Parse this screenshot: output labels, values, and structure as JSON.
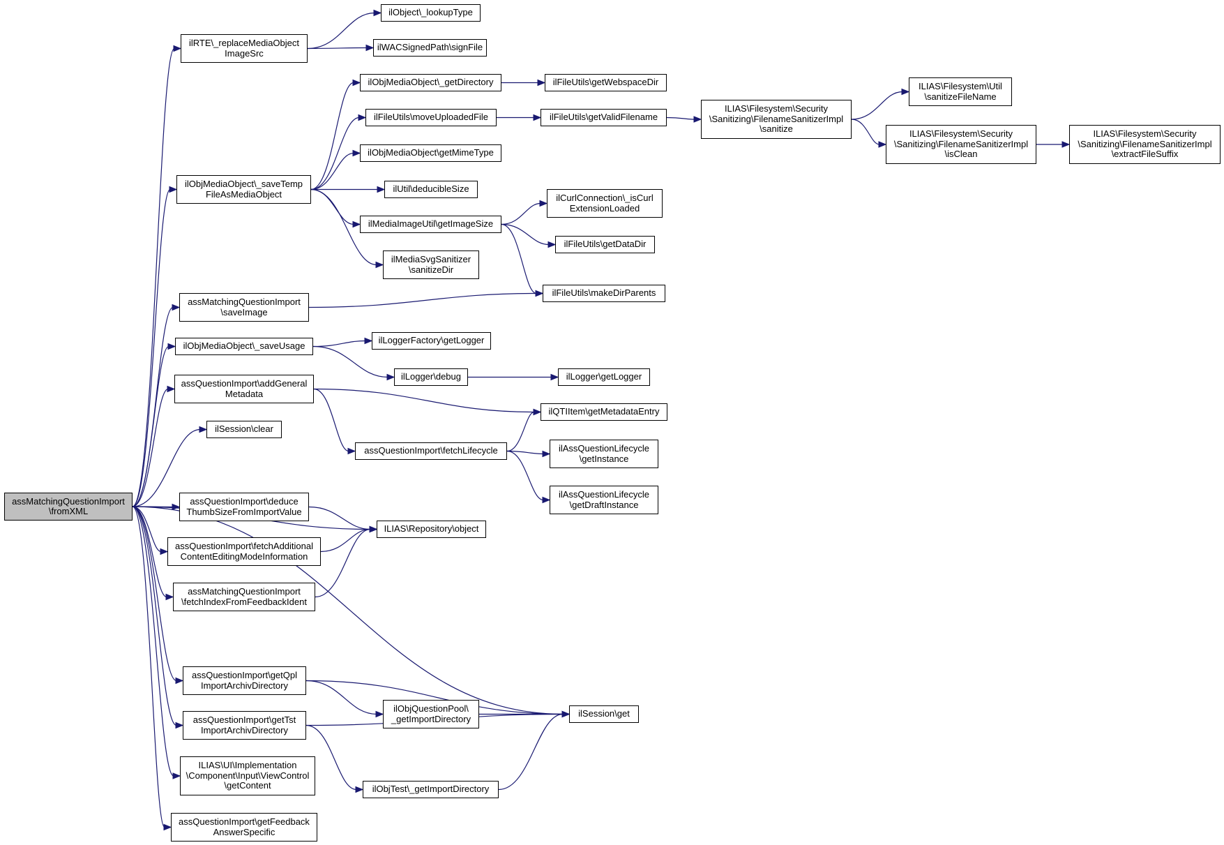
{
  "colors": {
    "edge": "#191970",
    "node_border": "#000000",
    "node_fill": "#ffffff",
    "root_fill": "#bfbfbf"
  },
  "nodes": [
    {
      "id": "root",
      "lines": [
        "assMatchingQuestionImport",
        "\\fromXML"
      ]
    },
    {
      "id": "n1",
      "lines": [
        "ilRTE\\_replaceMediaObject",
        "ImageSrc"
      ]
    },
    {
      "id": "n2",
      "lines": [
        "ilObject\\_lookupType"
      ]
    },
    {
      "id": "n3",
      "lines": [
        "ilWACSignedPath\\signFile"
      ]
    },
    {
      "id": "n4",
      "lines": [
        "ilObjMediaObject\\_saveTemp",
        "FileAsMediaObject"
      ]
    },
    {
      "id": "n5",
      "lines": [
        "ilObjMediaObject\\_getDirectory"
      ]
    },
    {
      "id": "n6",
      "lines": [
        "ilFileUtils\\getWebspaceDir"
      ]
    },
    {
      "id": "n7",
      "lines": [
        "ilFileUtils\\moveUploadedFile"
      ]
    },
    {
      "id": "n8",
      "lines": [
        "ilFileUtils\\getValidFilename"
      ]
    },
    {
      "id": "n9",
      "lines": [
        "ILIAS\\Filesystem\\Security",
        "\\Sanitizing\\FilenameSanitizerImpl",
        "\\sanitize"
      ]
    },
    {
      "id": "n10",
      "lines": [
        "ILIAS\\Filesystem\\Util",
        "\\sanitizeFileName"
      ]
    },
    {
      "id": "n11",
      "lines": [
        "ILIAS\\Filesystem\\Security",
        "\\Sanitizing\\FilenameSanitizerImpl",
        "\\isClean"
      ]
    },
    {
      "id": "n12",
      "lines": [
        "ILIAS\\Filesystem\\Security",
        "\\Sanitizing\\FilenameSanitizerImpl",
        "\\extractFileSuffix"
      ]
    },
    {
      "id": "n13",
      "lines": [
        "ilObjMediaObject\\getMimeType"
      ]
    },
    {
      "id": "n14",
      "lines": [
        "ilUtil\\deducibleSize"
      ]
    },
    {
      "id": "n15",
      "lines": [
        "ilMediaImageUtil\\getImageSize"
      ]
    },
    {
      "id": "n16",
      "lines": [
        "ilCurlConnection\\_isCurl",
        "ExtensionLoaded"
      ]
    },
    {
      "id": "n17",
      "lines": [
        "ilFileUtils\\getDataDir"
      ]
    },
    {
      "id": "n18",
      "lines": [
        "ilFileUtils\\makeDirParents"
      ]
    },
    {
      "id": "n19",
      "lines": [
        "ilMediaSvgSanitizer",
        "\\sanitizeDir"
      ]
    },
    {
      "id": "n20",
      "lines": [
        "assMatchingQuestionImport",
        "\\saveImage"
      ]
    },
    {
      "id": "n21",
      "lines": [
        "ilObjMediaObject\\_saveUsage"
      ]
    },
    {
      "id": "n22",
      "lines": [
        "ilLoggerFactory\\getLogger"
      ]
    },
    {
      "id": "n23",
      "lines": [
        "ilLogger\\debug"
      ]
    },
    {
      "id": "n24",
      "lines": [
        "ilLogger\\getLogger"
      ]
    },
    {
      "id": "n25",
      "lines": [
        "assQuestionImport\\addGeneral",
        "Metadata"
      ]
    },
    {
      "id": "n26",
      "lines": [
        "ilQTIItem\\getMetadataEntry"
      ]
    },
    {
      "id": "n27",
      "lines": [
        "assQuestionImport\\fetchLifecycle"
      ]
    },
    {
      "id": "n28",
      "lines": [
        "ilAssQuestionLifecycle",
        "\\getInstance"
      ]
    },
    {
      "id": "n29",
      "lines": [
        "ilAssQuestionLifecycle",
        "\\getDraftInstance"
      ]
    },
    {
      "id": "n30",
      "lines": [
        "ilSession\\clear"
      ]
    },
    {
      "id": "n31",
      "lines": [
        "assQuestionImport\\deduce",
        "ThumbSizeFromImportValue"
      ]
    },
    {
      "id": "n32",
      "lines": [
        "ILIAS\\Repository\\object"
      ]
    },
    {
      "id": "n33",
      "lines": [
        "assQuestionImport\\fetchAdditional",
        "ContentEditingModeInformation"
      ]
    },
    {
      "id": "n34",
      "lines": [
        "assMatchingQuestionImport",
        "\\fetchIndexFromFeedbackIdent"
      ]
    },
    {
      "id": "n35",
      "lines": [
        "assQuestionImport\\getQpl",
        "ImportArchivDirectory"
      ]
    },
    {
      "id": "n36",
      "lines": [
        "ilSession\\get"
      ]
    },
    {
      "id": "n37",
      "lines": [
        "ilObjQuestionPool\\",
        "_getImportDirectory"
      ]
    },
    {
      "id": "n38",
      "lines": [
        "assQuestionImport\\getTst",
        "ImportArchivDirectory"
      ]
    },
    {
      "id": "n39",
      "lines": [
        "ilObjTest\\_getImportDirectory"
      ]
    },
    {
      "id": "n40",
      "lines": [
        "ILIAS\\UI\\Implementation",
        "\\Component\\Input\\ViewControl",
        "\\getContent"
      ]
    },
    {
      "id": "n41",
      "lines": [
        "assQuestionImport\\getFeedback",
        "AnswerSpecific"
      ]
    }
  ],
  "edges": [
    [
      "root",
      "n1"
    ],
    [
      "root",
      "n4"
    ],
    [
      "root",
      "n20"
    ],
    [
      "root",
      "n21"
    ],
    [
      "root",
      "n25"
    ],
    [
      "root",
      "n30"
    ],
    [
      "root",
      "n32"
    ],
    [
      "root",
      "n31"
    ],
    [
      "root",
      "n33"
    ],
    [
      "root",
      "n34"
    ],
    [
      "root",
      "n36"
    ],
    [
      "root",
      "n35"
    ],
    [
      "root",
      "n38"
    ],
    [
      "root",
      "n40"
    ],
    [
      "root",
      "n41"
    ],
    [
      "n1",
      "n2"
    ],
    [
      "n1",
      "n3"
    ],
    [
      "n4",
      "n5"
    ],
    [
      "n4",
      "n7"
    ],
    [
      "n4",
      "n13"
    ],
    [
      "n4",
      "n14"
    ],
    [
      "n4",
      "n15"
    ],
    [
      "n4",
      "n19"
    ],
    [
      "n5",
      "n6"
    ],
    [
      "n7",
      "n8"
    ],
    [
      "n8",
      "n9"
    ],
    [
      "n9",
      "n10"
    ],
    [
      "n9",
      "n11"
    ],
    [
      "n11",
      "n12"
    ],
    [
      "n15",
      "n16"
    ],
    [
      "n15",
      "n17"
    ],
    [
      "n15",
      "n18"
    ],
    [
      "n20",
      "n18"
    ],
    [
      "n21",
      "n22"
    ],
    [
      "n21",
      "n23"
    ],
    [
      "n23",
      "n24"
    ],
    [
      "n25",
      "n26"
    ],
    [
      "n25",
      "n27"
    ],
    [
      "n27",
      "n26"
    ],
    [
      "n27",
      "n28"
    ],
    [
      "n27",
      "n29"
    ],
    [
      "n31",
      "n32"
    ],
    [
      "n33",
      "n32"
    ],
    [
      "n34",
      "n32"
    ],
    [
      "n35",
      "n36"
    ],
    [
      "n35",
      "n37"
    ],
    [
      "n37",
      "n36"
    ],
    [
      "n38",
      "n36"
    ],
    [
      "n38",
      "n39"
    ],
    [
      "n39",
      "n36"
    ]
  ]
}
